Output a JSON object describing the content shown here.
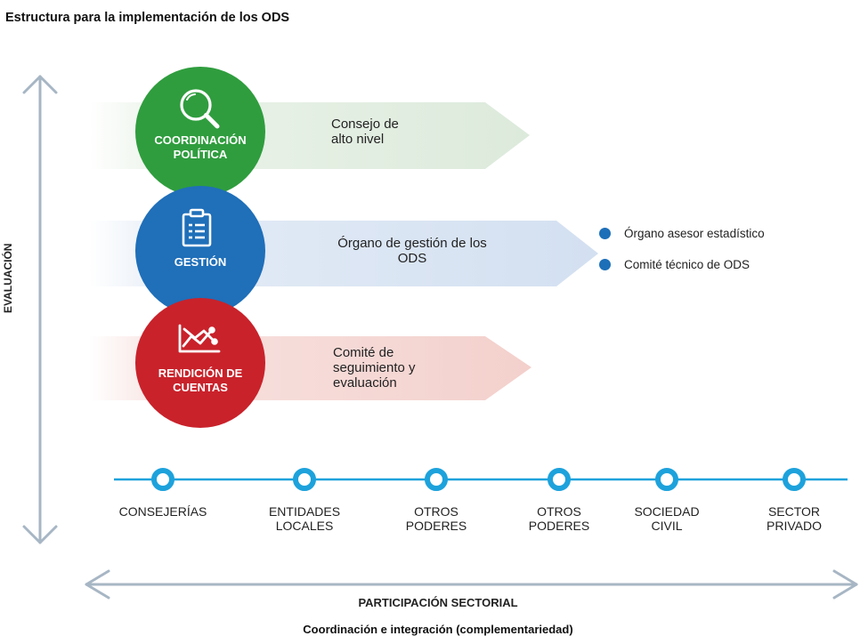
{
  "title": "Estructura para la implementación de los ODS",
  "colors": {
    "green": "#2f9d3e",
    "blue": "#1f6fb9",
    "red": "#c9222b",
    "accent": "#1da2dc"
  },
  "pillars": [
    {
      "icon": "magnifier-icon",
      "label_lines": [
        "COORDINACIÓN",
        "POLÍTICA"
      ],
      "arrow_lines": [
        "Consejo de",
        "alto nivel"
      ]
    },
    {
      "icon": "clipboard-list-icon",
      "label_lines": [
        "GESTIÓN"
      ],
      "arrow_lines": [
        "Órgano de gestión de los",
        "ODS"
      ]
    },
    {
      "icon": "line-chart-icon",
      "label_lines": [
        "RENDICIÓN DE",
        "CUENTAS"
      ],
      "arrow_lines": [
        "Comité de",
        "seguimiento y",
        "evaluación"
      ]
    }
  ],
  "side_items": [
    "Órgano asesor estadístico",
    "Comité técnico de ODS"
  ],
  "timeline_nodes": [
    {
      "lines": [
        "CONSEJERÍAS"
      ]
    },
    {
      "lines": [
        "ENTIDADES",
        "LOCALES"
      ]
    },
    {
      "lines": [
        "OTROS",
        "PODERES"
      ]
    },
    {
      "lines": [
        "OTROS",
        "PODERES"
      ]
    },
    {
      "lines": [
        "SOCIEDAD",
        "CIVIL"
      ]
    },
    {
      "lines": [
        "SECTOR",
        "PRIVADO"
      ]
    }
  ],
  "vertical_axis_label": "EVALUACIÓN",
  "horizontal_axis_label": "PARTICIPACIÓN SECTORIAL",
  "footer": "Coordinación e integración (complementariedad)"
}
